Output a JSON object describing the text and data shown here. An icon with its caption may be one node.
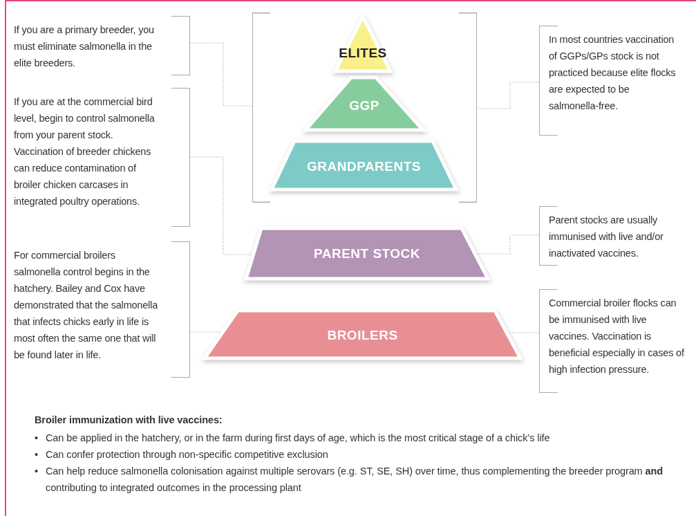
{
  "diagram": {
    "nodes": [
      {
        "text": [],
        "shape": "bracket"
      },
      {
        "text": [
          "ELITES"
        ],
        "in": 0
      },
      {
        "text": [
          "GGP"
        ],
        "in": 0
      },
      {
        "text": [
          "GRANDPARENTS"
        ],
        "in": 0
      },
      {
        "text": [
          "PARENT STOCK"
        ]
      },
      {
        "text": [
          "BROILERS"
        ]
      },
      {
        "text": [
          "If you are a primary breeder, you must eliminate salmonella in the elite breeders."
        ]
      },
      {
        "text": [
          "If you are at the commercial bird level, begin to control salmonella from your parent stock. Vaccination of breeder chickens can reduce contamination of broiler chicken carcases in integrated poultry operations."
        ]
      },
      {
        "text": [
          "For commercial broilers salmonella control begins in the hatchery. Bailey and Cox have demonstrated that the salmonella that infects chicks early in life is most often the same one that will be found later in life."
        ]
      },
      {
        "text": [
          "In most countries vaccination of GGPs/GPs stock is not practiced because elite flocks are expected to be salmonella-free."
        ]
      },
      {
        "text": [
          "Parent stocks are usually immunised with live and/or inactivated vaccines."
        ]
      },
      {
        "text": [
          "Commercial broiler flocks can be immunised with live vaccines. Vaccination is beneficial especially in cases of high infection pressure."
        ]
      }
    ],
    "edges": [
      {
        "from": 6,
        "to": 0,
        "arrow": "none",
        "style": "dashed"
      },
      {
        "from": 7,
        "to": 4,
        "arrow": "none",
        "style": "dashed"
      },
      {
        "from": 8,
        "to": 5,
        "arrow": "none",
        "style": "dashed"
      },
      {
        "from": 9,
        "to": 0,
        "arrow": "none",
        "style": "dashed"
      },
      {
        "from": 10,
        "to": 4,
        "arrow": "none",
        "style": "dashed"
      },
      {
        "from": 11,
        "to": 5,
        "arrow": "none",
        "style": "dashed"
      }
    ],
    "labels": [
      "Broiler immunization with live vaccines:",
      "•",
      "Can be applied in the hatchery, or in the farm during first days of age, which is the most critical stage of a chick’s life",
      "•",
      "Can confer protection through non-specific competitive exclusion",
      "•",
      "Can help reduce salmonella colonisation against multiple serovars (e.g. ST, SE, SH) over time, thus complementing the breeder program **and** contributing to integrated outcomes in the processing plant"
    ]
  }
}
